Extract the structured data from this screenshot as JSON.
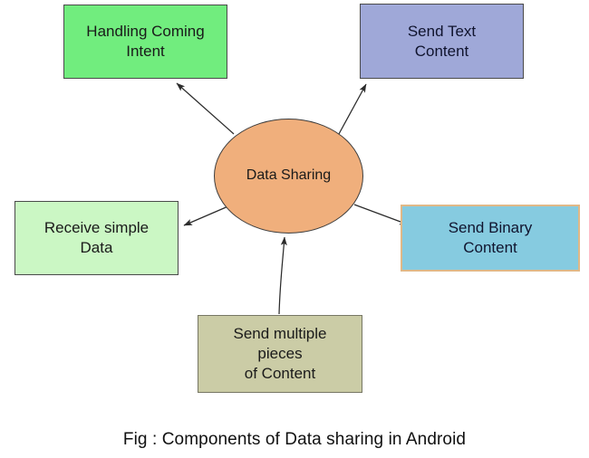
{
  "figure": {
    "caption": "Fig : Components of Data sharing in Android",
    "center": {
      "id": "data-sharing",
      "label": "Data Sharing",
      "shape": "ellipse",
      "fill": "#f0af7c",
      "stroke": "#3c3c3c"
    },
    "nodes": [
      {
        "id": "handling-intent",
        "label": "Handling Coming\nIntent",
        "shape": "rect",
        "fill": "#71ed7e",
        "stroke": "#4a4a4a",
        "position": "top-left"
      },
      {
        "id": "send-text",
        "label": "Send Text\nContent",
        "shape": "rect",
        "fill": "#9fa8d8",
        "stroke": "#4a4a4a",
        "position": "top-right"
      },
      {
        "id": "receive-simple",
        "label": "Receive simple\nData",
        "shape": "rect",
        "fill": "#cbf7c4",
        "stroke": "#4a4a4a",
        "position": "left"
      },
      {
        "id": "send-binary",
        "label": "Send Binary\nContent",
        "shape": "rect",
        "fill": "#86cbe0",
        "stroke": "#e0b887",
        "position": "right"
      },
      {
        "id": "send-multiple",
        "label": "Send multiple\npieces\nof Content",
        "shape": "rect",
        "fill": "#cbcca6",
        "stroke": "#777764",
        "position": "bottom"
      }
    ],
    "edges": [
      {
        "from": "data-sharing",
        "to": "handling-intent",
        "style": "straight",
        "direction": "outgoing",
        "arrowhead": "filled"
      },
      {
        "from": "data-sharing",
        "to": "send-text",
        "style": "straight",
        "direction": "outgoing",
        "arrowhead": "filled"
      },
      {
        "from": "data-sharing",
        "to": "receive-simple",
        "style": "straight",
        "direction": "outgoing",
        "arrowhead": "filled"
      },
      {
        "from": "data-sharing",
        "to": "send-binary",
        "style": "straight",
        "direction": "outgoing",
        "arrowhead": "filled"
      },
      {
        "from": "send-multiple",
        "to": "data-sharing",
        "style": "curved",
        "direction": "incoming",
        "arrowhead": "filled"
      }
    ],
    "edge_color": "#2b2b2b",
    "background": "#ffffff"
  }
}
